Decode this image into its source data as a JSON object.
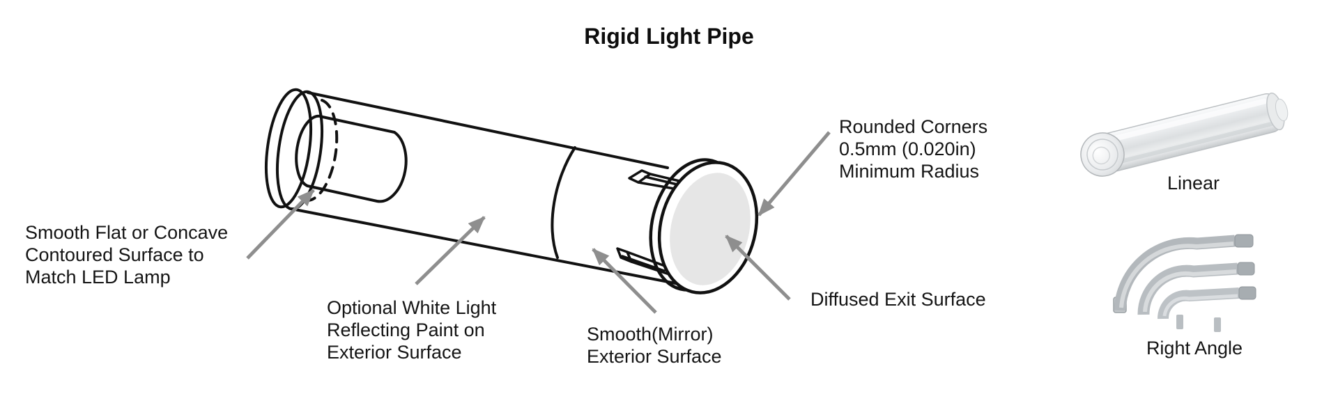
{
  "title": "Rigid Light Pipe",
  "diagram": {
    "labels": {
      "led_surface": "Smooth Flat or Concave\nContoured Surface to\nMatch LED Lamp",
      "reflecting_paint": "Optional White Light\nReflecting Paint on\nExterior Surface",
      "mirror_surface": "Smooth(Mirror)\nExterior Surface",
      "rounded_corners": "Rounded Corners\n0.5mm (0.020in)\nMinimum Radius",
      "diffused_exit": "Diffused Exit Surface"
    },
    "colors": {
      "line": "#111111",
      "arrow": "#8e8e8e",
      "exit_face": "#e6e6e6"
    }
  },
  "variants": [
    {
      "label": "Linear"
    },
    {
      "label": "Right Angle"
    }
  ]
}
